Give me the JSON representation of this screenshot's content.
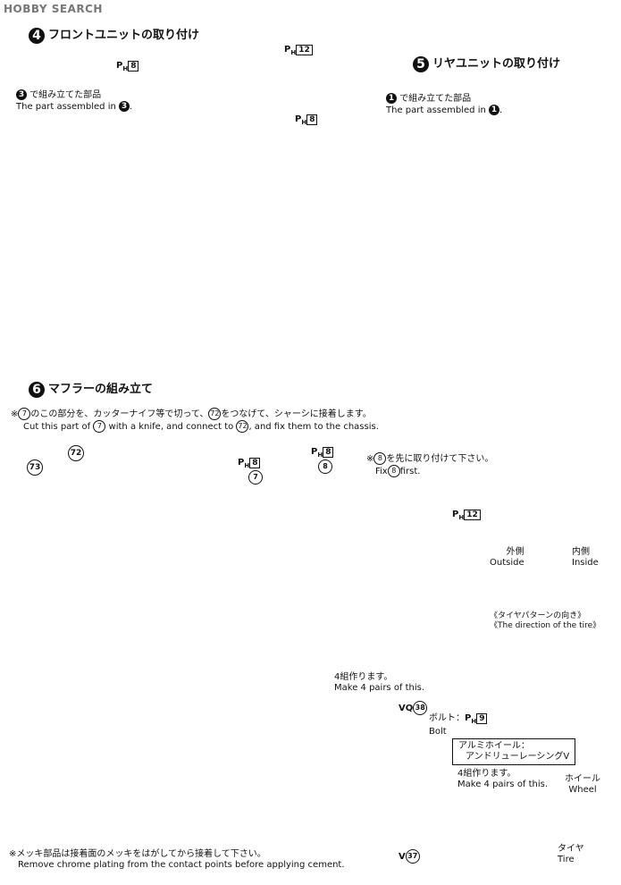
{
  "watermark": "HOBBY SEARCH",
  "step4": {
    "number": "4",
    "title": "フロントユニットの取り付け",
    "ref_text_jp": "で組み立てた部品",
    "ref_text_en": "The part assembled in",
    "ref_step": "3",
    "parts": [
      {
        "prefix": "P",
        "sub": "H",
        "num": "12"
      },
      {
        "prefix": "P",
        "sub": "H",
        "num": "8"
      },
      {
        "prefix": "P",
        "sub": "H",
        "num": "8"
      }
    ]
  },
  "step5": {
    "number": "5",
    "title": "リヤユニットの取り付け",
    "ref_text_jp": "で組み立てた部品",
    "ref_text_en": "The part assembled in",
    "ref_step": "1"
  },
  "step6": {
    "number": "6",
    "title": "マフラーの組み立て",
    "note_jp_1": "※",
    "note_jp_2": "のこの部分を、カッターナイフ等で切って、",
    "note_jp_3": "をつなげて、シャーシに接着します。",
    "note_en_1": "Cut this part of",
    "note_en_2": "with a knife, and connect to",
    "note_en_3": ", and fix them to the chassis.",
    "note_part_a": "7",
    "note_part_b": "72",
    "fix_first_jp_1": "※",
    "fix_first_jp_2": "を先に取り付けて下さい。",
    "fix_first_en_1": "Fix",
    "fix_first_en_2": "first.",
    "fix_first_part": "8",
    "part_72": "72",
    "part_73": "73",
    "part_7": "7",
    "part_8": "8",
    "ph8_a": {
      "prefix": "P",
      "sub": "H",
      "num": "8"
    },
    "ph8_b": {
      "prefix": "P",
      "sub": "H",
      "num": "8"
    },
    "ph12": {
      "prefix": "P",
      "sub": "H",
      "num": "12"
    },
    "tire_outside_jp": "外側",
    "tire_outside_en": "Outside",
    "tire_inside_jp": "内側",
    "tire_inside_en": "Inside",
    "tire_direction_jp": "《タイヤパターンの向き》",
    "tire_direction_en": "《The direction of the tire》",
    "pairs_jp": "4組作ります。",
    "pairs_en": "Make 4 pairs of this.",
    "vq_label": "VQ",
    "vq_num": "38",
    "bolt_jp": "ボルト：",
    "bolt_en": "Bolt",
    "bolt_part": {
      "prefix": "P",
      "sub": "H",
      "num": "9"
    },
    "wheel_box_1": "アルミホイール：",
    "wheel_box_2": "アンドリューレーシングV",
    "pairs2_jp": "4組作ります。",
    "pairs2_en": "Make 4 pairs of this.",
    "wheel_jp": "ホイール",
    "wheel_en": "Wheel",
    "tire_jp": "タイヤ",
    "tire_en": "Tire",
    "v_label": "V",
    "v_num": "37"
  },
  "footer": {
    "note_jp": "※メッキ部品は接着面のメッキをはがしてから接着して下さい。",
    "note_en": "Remove chrome plating from the contact points before applying cement."
  }
}
